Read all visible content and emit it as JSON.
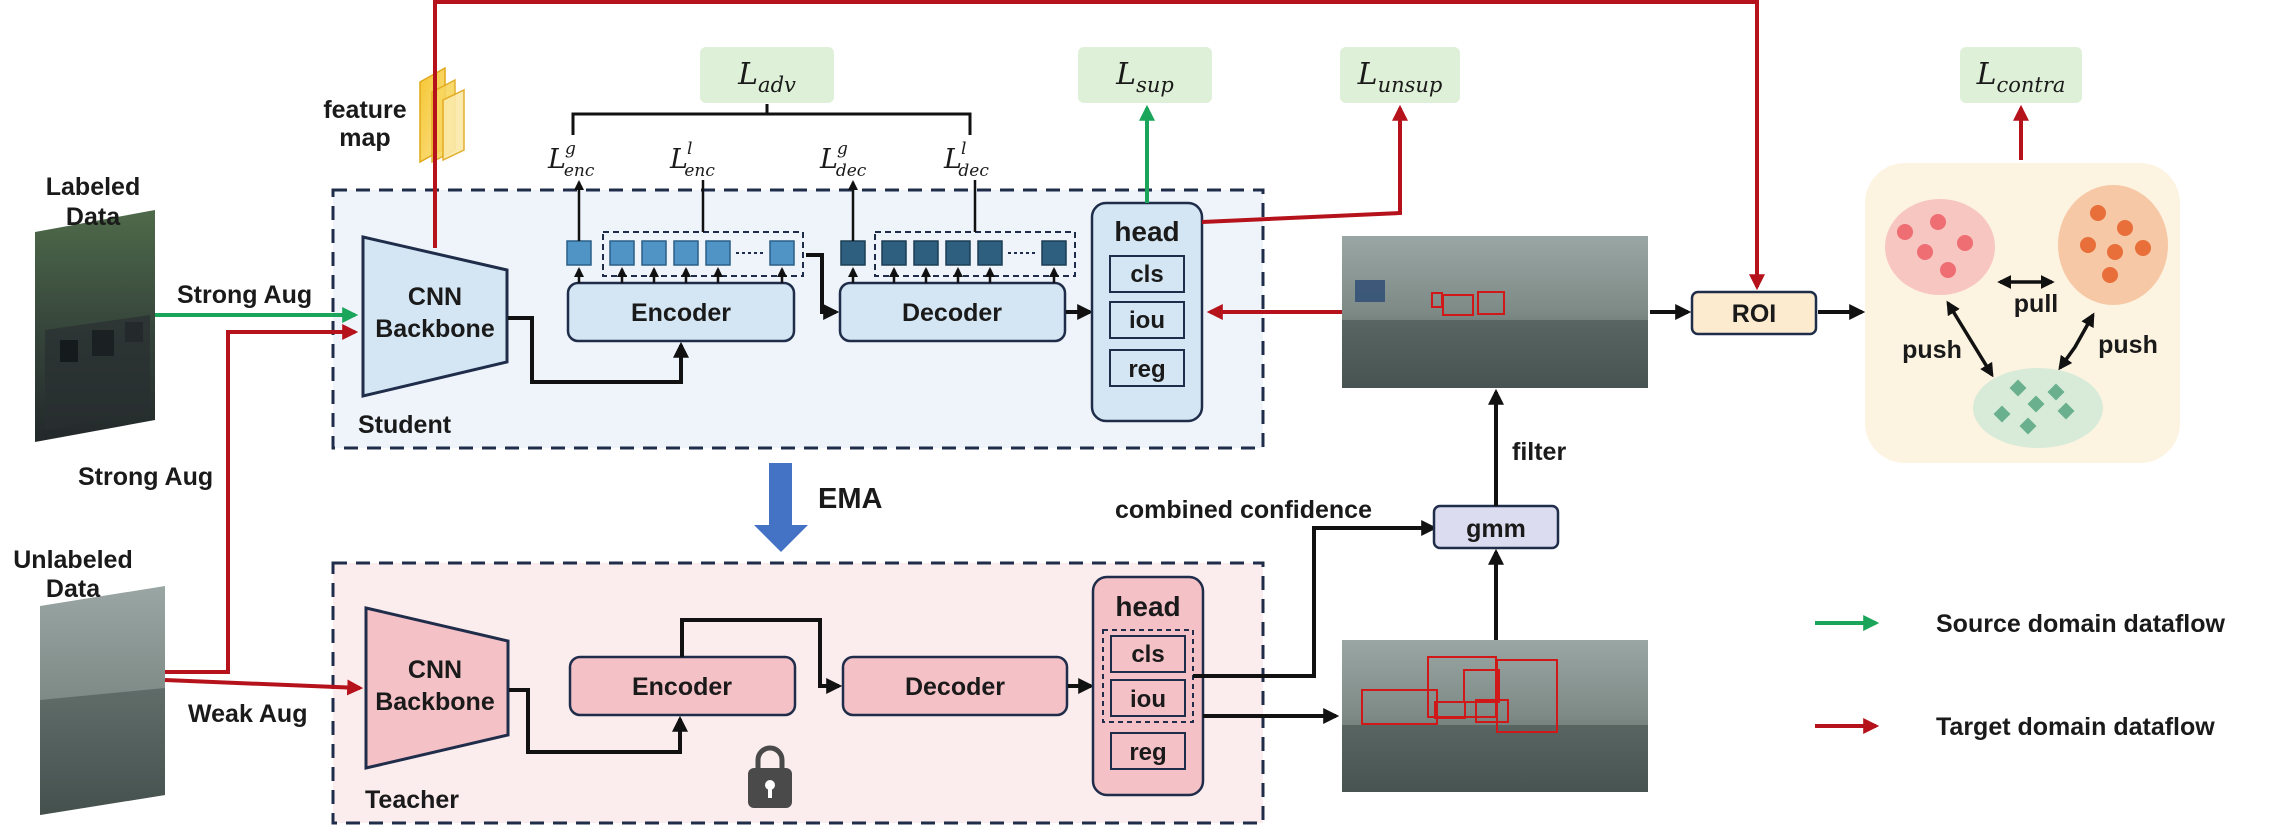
{
  "labels": {
    "labeled_data_1": "Labeled",
    "labeled_data_2": "Data",
    "unlabeled_data_1": "Unlabeled",
    "unlabeled_data_2": "Data",
    "strong_aug_top": "Strong Aug",
    "strong_aug_left": "Strong Aug",
    "weak_aug": "Weak Aug",
    "feature_map_1": "feature",
    "feature_map_2": "map",
    "student_cnn_1": "CNN",
    "student_cnn_2": "Backbone",
    "teacher_cnn_1": "CNN",
    "teacher_cnn_2": "Backbone",
    "student_encoder": "Encoder",
    "student_decoder": "Decoder",
    "teacher_encoder": "Encoder",
    "teacher_decoder": "Decoder",
    "student": "Student",
    "teacher": "Teacher",
    "ema": "EMA",
    "head_student": "head",
    "head_teacher": "head",
    "cls": "cls",
    "iou": "iou",
    "reg": "reg",
    "roi": "ROI",
    "gmm": "gmm",
    "filter": "filter",
    "combined_confidence": "combined confidence",
    "pull": "pull",
    "push_left": "push",
    "push_right": "push",
    "legend_source": "Source domain dataflow",
    "legend_target": "Target domain dataflow"
  },
  "losses": {
    "L": "L",
    "adv": "adv",
    "sup": "sup",
    "unsup": "unsup",
    "contra": "contra",
    "enc": "enc",
    "dec": "dec",
    "g": "g",
    "l": "l"
  },
  "colors": {
    "source_flow": "#1aa55a",
    "target_flow": "#b5121b",
    "student_bg": "#eef4fa",
    "teacher_bg": "#fbecee",
    "student_block": "#d4e6f3",
    "teacher_block": "#f3c1c6",
    "loss_box": "#dff0d8",
    "roi_box": "#fcebcf",
    "gmm_box": "#dcdcf0",
    "cluster_bg": "#fdf3e1"
  },
  "icons": [
    "lock-icon",
    "ema-arrow-icon",
    "feature-map-icon"
  ]
}
